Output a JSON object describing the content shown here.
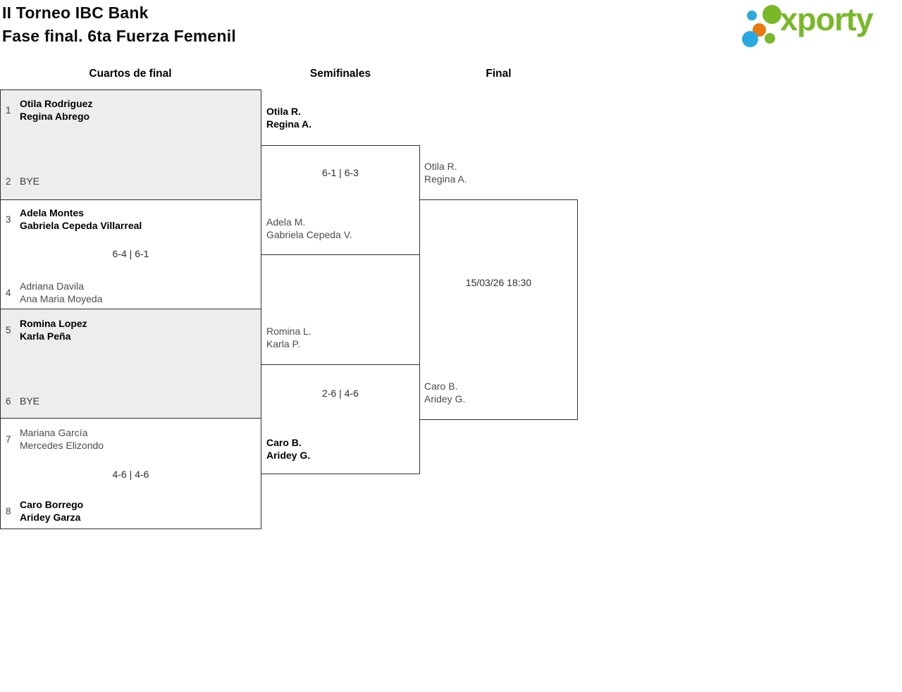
{
  "header": {
    "title_line1": "II Torneo IBC Bank",
    "title_line2": "Fase final. 6ta Fuerza Femenil"
  },
  "logo": {
    "text": "xporty",
    "colors": {
      "green": "#79b829",
      "blue": "#29a9e0",
      "orange": "#e8790f"
    }
  },
  "round_headers": [
    "Cuartos de final",
    "Semifinales",
    "Final"
  ],
  "colors": {
    "bye_match_background": "#ededed",
    "box_border": "#2e2e2e",
    "winner_text": "#000000",
    "loser_text": "#4b4b4b"
  },
  "bracket": {
    "quarterfinals": [
      {
        "seed_a": "1",
        "team_a": [
          "Otila Rodriguez",
          "Regina Abrego"
        ],
        "seed_b": "2",
        "team_b": [
          "BYE"
        ],
        "score": "",
        "winner": "a",
        "bye": true
      },
      {
        "seed_a": "3",
        "team_a": [
          "Adela Montes",
          "Gabriela Cepeda Villarreal"
        ],
        "seed_b": "4",
        "team_b": [
          "Adriana Davila",
          "Ana Maria Moyeda"
        ],
        "score": "6-4 | 6-1",
        "winner": "a",
        "bye": false
      },
      {
        "seed_a": "5",
        "team_a": [
          "Romina Lopez",
          "Karla Peña"
        ],
        "seed_b": "6",
        "team_b": [
          "BYE"
        ],
        "score": "",
        "winner": "a",
        "bye": true
      },
      {
        "seed_a": "7",
        "team_a": [
          "Mariana García",
          "Mercedes Elizondo"
        ],
        "seed_b": "8",
        "team_b": [
          "Caro Borrego",
          "Aridey Garza"
        ],
        "score": "4-6 | 4-6",
        "winner": "b",
        "bye": false
      }
    ],
    "semifinals": [
      {
        "team_a": [
          "Otila R.",
          "Regina A."
        ],
        "team_b": [
          "Adela M.",
          "Gabriela Cepeda V."
        ],
        "score": "6-1 | 6-3",
        "winner": "a"
      },
      {
        "team_a": [
          "Romina L.",
          "Karla P."
        ],
        "team_b": [
          "Caro B.",
          "Aridey G."
        ],
        "score": "2-6 | 4-6",
        "winner": "b"
      }
    ],
    "final": {
      "team_a": [
        "Otila R.",
        "Regina A."
      ],
      "team_b": [
        "Caro B.",
        "Aridey G."
      ],
      "scheduled": "15/03/26 18:30"
    }
  }
}
